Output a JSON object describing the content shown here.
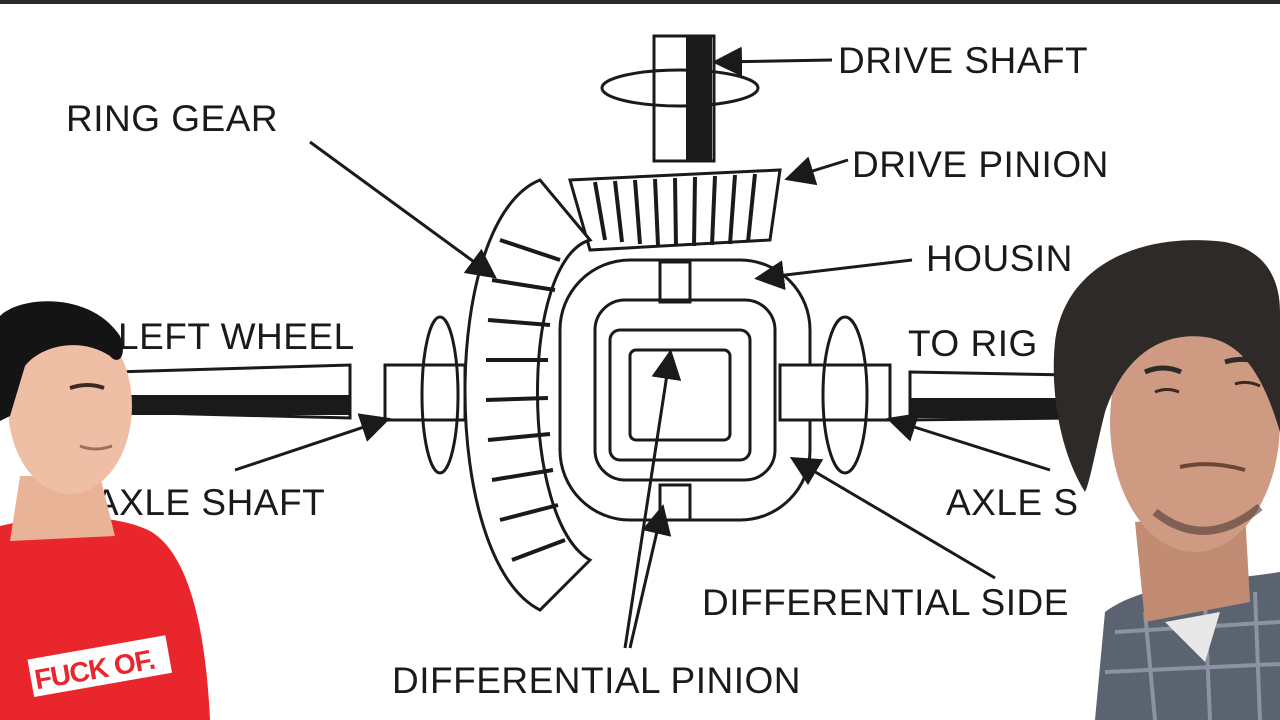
{
  "labels": {
    "drive_shaft": "DRIVE SHAFT",
    "ring_gear": "RING GEAR",
    "drive_pinion": "DRIVE PINION",
    "housing": "HOUSIN",
    "left_wheel": "LEFT WHEEL",
    "to_right": "TO RIG",
    "axle_shaft_left": "AXLE SHAFT",
    "axle_shaft_right": "AXLE S",
    "differential_side": "DIFFERENTIAL SIDE",
    "differential_pinion": "DIFFERENTIAL PINION"
  },
  "shirt_text": "FUCK OF.",
  "colors": {
    "line": "#1a1a1a",
    "shirt": "#e8262b",
    "shirt_text_bg": "#ffffff"
  }
}
